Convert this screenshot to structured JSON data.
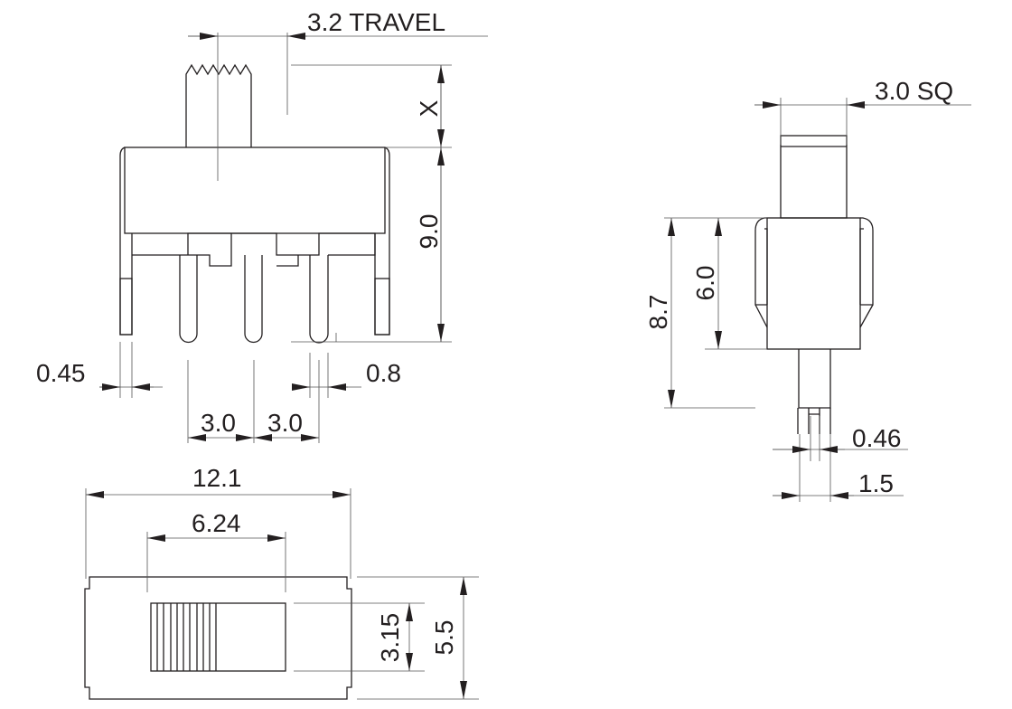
{
  "front_view": {
    "travel": "3.2 TRAVEL",
    "actuator_height": "X",
    "body_height": "9.0",
    "lead_thickness": "0.45",
    "pin_width": "0.8",
    "pitch_1": "3.0",
    "pitch_2": "3.0"
  },
  "bottom_view": {
    "length": "12.1",
    "slot_length": "6.24",
    "actuator_width": "3.15",
    "width": "5.5"
  },
  "side_view": {
    "actuator_size": "3.0 SQ",
    "total_height": "8.7",
    "body_height": "6.0",
    "pin_thickness": "0.46",
    "pin_depth": "1.5"
  },
  "colors": {
    "line": "#231f20",
    "dimension": "#555555"
  }
}
